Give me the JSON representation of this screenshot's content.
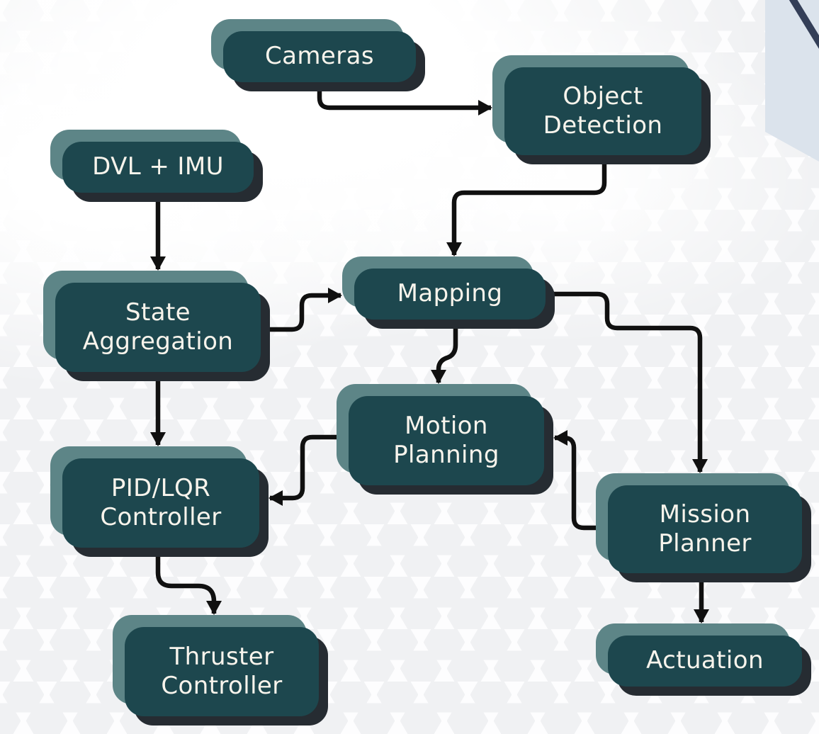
{
  "diagram": {
    "type": "flowchart",
    "nodes": [
      {
        "id": "cameras",
        "label": "Cameras"
      },
      {
        "id": "object-detection",
        "label": "Object Detection"
      },
      {
        "id": "dvl-imu",
        "label": "DVL + IMU"
      },
      {
        "id": "state-aggregation",
        "label": "State Aggregation"
      },
      {
        "id": "mapping",
        "label": "Mapping"
      },
      {
        "id": "motion-planning",
        "label": "Motion Planning"
      },
      {
        "id": "pid-lqr-controller",
        "label": "PID/LQR Controller"
      },
      {
        "id": "mission-planner",
        "label": "Mission Planner"
      },
      {
        "id": "thruster-controller",
        "label": "Thruster Controller"
      },
      {
        "id": "actuation",
        "label": "Actuation"
      }
    ],
    "edges": [
      {
        "from": "cameras",
        "to": "object-detection"
      },
      {
        "from": "dvl-imu",
        "to": "state-aggregation"
      },
      {
        "from": "object-detection",
        "to": "mapping"
      },
      {
        "from": "state-aggregation",
        "to": "mapping"
      },
      {
        "from": "mapping",
        "to": "motion-planning"
      },
      {
        "from": "mapping",
        "to": "mission-planner"
      },
      {
        "from": "mission-planner",
        "to": "motion-planning"
      },
      {
        "from": "motion-planning",
        "to": "pid-lqr-controller"
      },
      {
        "from": "state-aggregation",
        "to": "pid-lqr-controller"
      },
      {
        "from": "pid-lqr-controller",
        "to": "thruster-controller"
      },
      {
        "from": "mission-planner",
        "to": "actuation"
      }
    ],
    "colors": {
      "node_fill": "#1d474e",
      "node_highlight": "#5d8587",
      "node_shadow": "#262c32",
      "node_text": "#f8f4ec",
      "arrow": "#101010",
      "background": "#fdfdfe",
      "hex_pattern": "#f0f1f3",
      "corner_shape": "#dbe3ec",
      "corner_line": "#343f58"
    }
  }
}
